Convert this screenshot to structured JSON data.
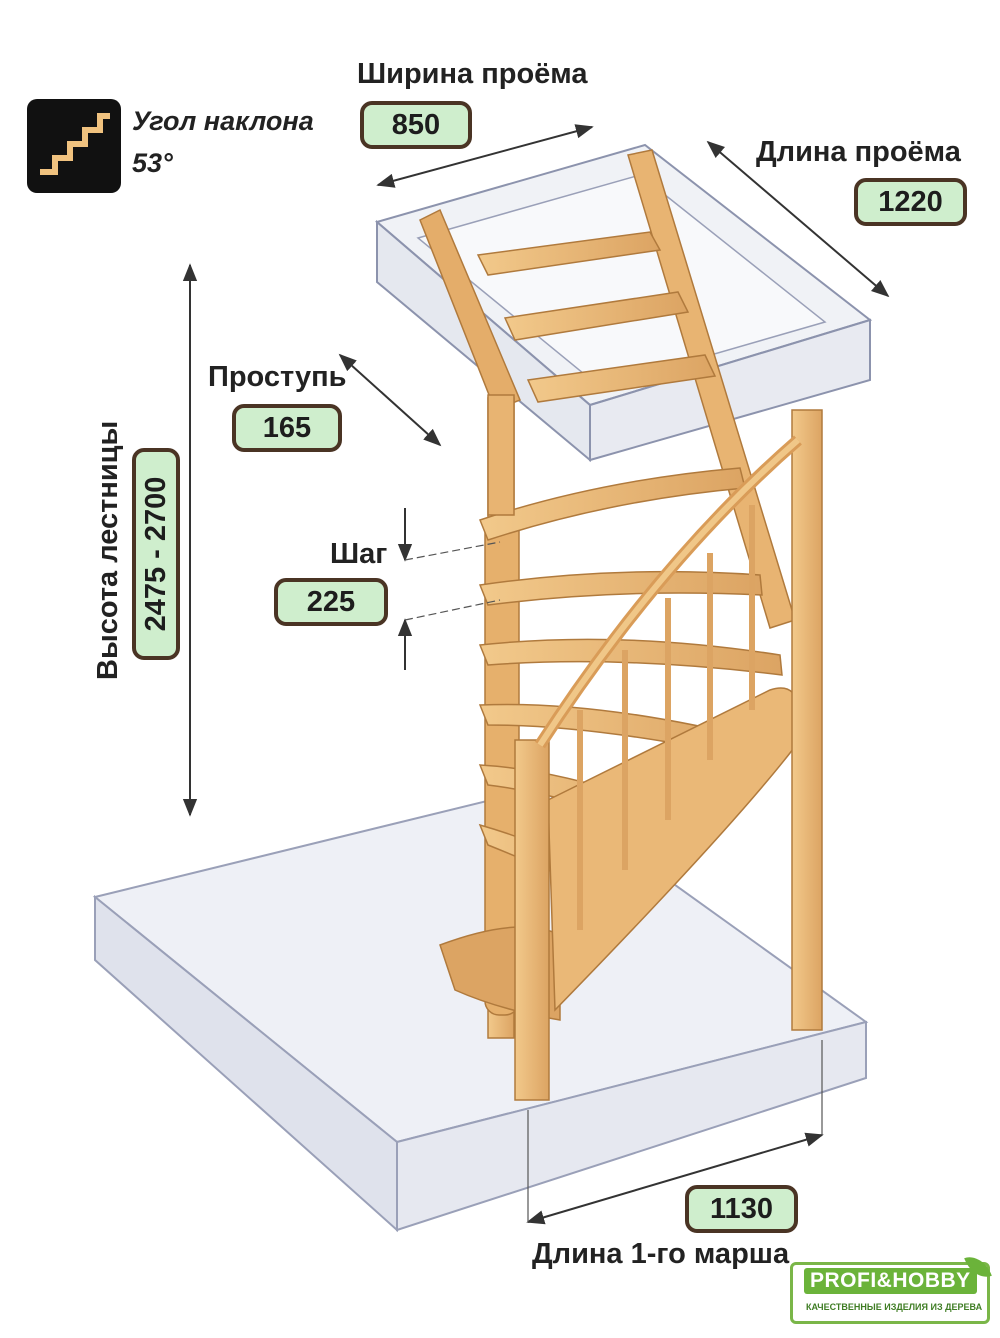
{
  "angle": {
    "title": "Угол наклона",
    "value": "53°"
  },
  "opening_width": {
    "label": "Ширина проёма",
    "value": "850"
  },
  "opening_length": {
    "label": "Длина проёма",
    "value": "1220"
  },
  "tread": {
    "label": "Проступь",
    "value": "165"
  },
  "step": {
    "label": "Шаг",
    "value": "225"
  },
  "height": {
    "label": "Высота лестницы",
    "value": "2475 - 2700"
  },
  "first_flight": {
    "label": "Длина 1-го марша",
    "value": "1130"
  },
  "logo": {
    "title": "PROFI&HOBBY",
    "subtitle": "КАЧЕСТВЕННЫЕ ИЗДЕЛИЯ ИЗ ДЕРЕВА"
  },
  "colors": {
    "wood": "#e9b978",
    "wood_dark": "#c98d4a",
    "badge_fill": "#cfeecd",
    "badge_border": "#4a3424",
    "glass": "#d8dbe6",
    "logo_green": "#6bb33a"
  }
}
